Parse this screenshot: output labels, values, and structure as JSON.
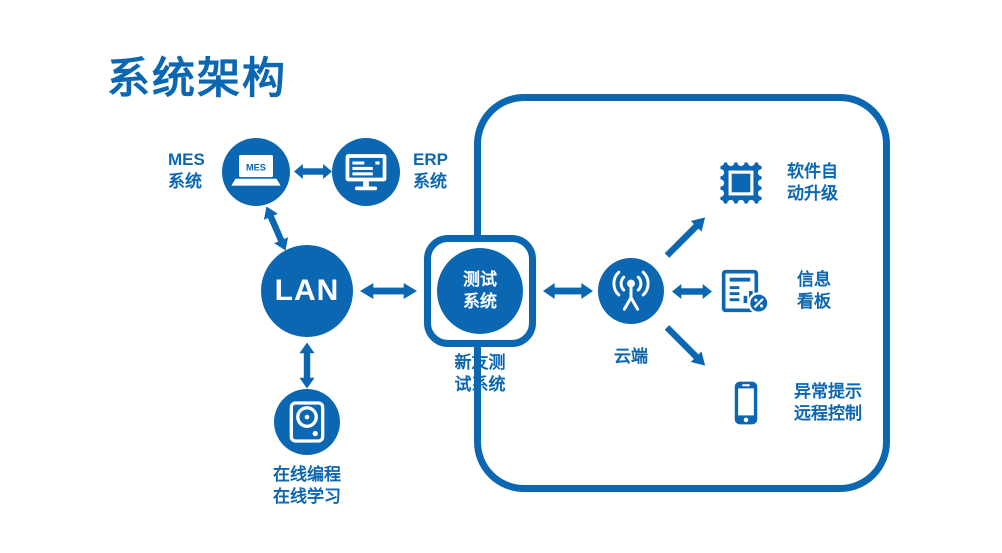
{
  "title": "系统架构",
  "colors": {
    "primary": "#0c67b2",
    "background": "#ffffff",
    "icon_glyph": "#ffffff"
  },
  "nodes": {
    "mes": {
      "label": [
        "MES",
        "系统"
      ],
      "screen_text": "MES"
    },
    "erp": {
      "label": [
        "ERP",
        "系统"
      ]
    },
    "lan": {
      "label": "LAN"
    },
    "test_system": {
      "circle": [
        "测试",
        "系统"
      ],
      "caption": [
        "新友测",
        "试系统"
      ]
    },
    "cloud": {
      "caption": "云端"
    },
    "software_upgrade": {
      "label": [
        "软件自",
        "动升级"
      ]
    },
    "info_board": {
      "label": [
        "信息",
        "看板"
      ]
    },
    "remote_control": {
      "label": [
        "异常提示",
        "远程控制"
      ]
    },
    "online_learning": {
      "caption": [
        "在线编程",
        "在线学习"
      ]
    }
  }
}
